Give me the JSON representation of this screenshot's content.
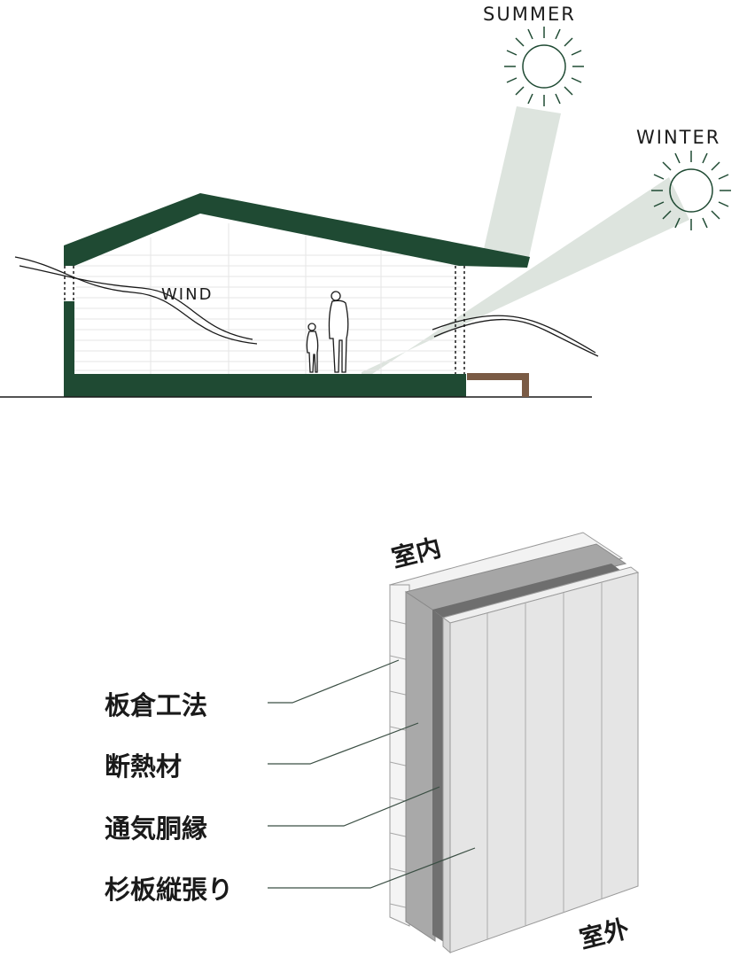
{
  "section_diagram": {
    "summer_label": "SUMMER",
    "winter_label": "WINTER",
    "wind_label": "WIND"
  },
  "wall_diagram": {
    "interior_label": "室内",
    "exterior_label": "室外",
    "layers": [
      "板倉工法",
      "断熱材",
      "通気胴縁",
      "杉板縦張り"
    ]
  },
  "colors": {
    "roof_green": "#1f4a33",
    "sun_stroke": "#1f4a33",
    "sunbeam": "#dde4de",
    "bench": "#7a5b45",
    "insulation": "#a6a6a6",
    "furring": "#6e6e6e",
    "siding": "#e5e5e5"
  }
}
